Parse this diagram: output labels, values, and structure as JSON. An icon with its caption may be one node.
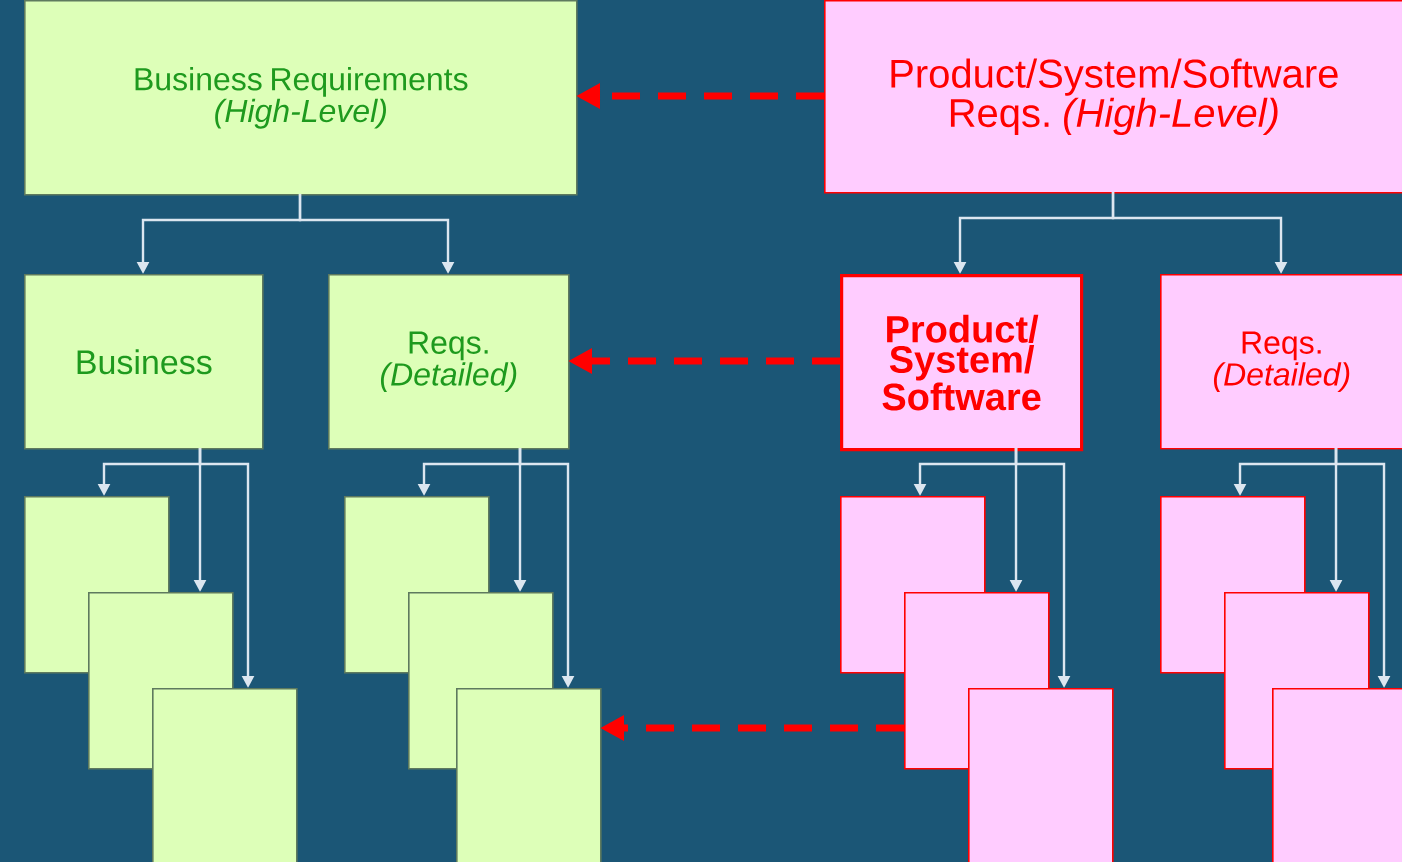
{
  "diagram": {
    "nodes": [
      {
        "text": [
          "Business Requirements",
          "(High-Level)"
        ]
      },
      {
        "text": [
          "Product/System/Software Reqs.",
          "(High-Level)"
        ]
      },
      {
        "text": [
          "Business"
        ]
      },
      {
        "text": [
          "Reqs.",
          "(Detailed)"
        ]
      },
      {
        "text": [
          "Product/ System/ Software"
        ]
      },
      {
        "text": [
          "Reqs.",
          "(Detailed)"
        ]
      },
      {
        "text": [],
        "shape": "box"
      },
      {
        "text": [],
        "shape": "box"
      },
      {
        "text": [],
        "shape": "box"
      },
      {
        "text": [],
        "shape": "box"
      },
      {
        "text": [],
        "shape": "box"
      },
      {
        "text": [],
        "shape": "box"
      },
      {
        "text": [],
        "shape": "box"
      },
      {
        "text": [],
        "shape": "box"
      },
      {
        "text": [],
        "shape": "box"
      },
      {
        "text": [],
        "shape": "box"
      },
      {
        "text": [],
        "shape": "box"
      },
      {
        "text": [],
        "shape": "box"
      }
    ],
    "edges": [
      {
        "from": 1,
        "to": 0,
        "arrow": "to",
        "style": "dashed",
        "color": "#ff0000"
      },
      {
        "from": 0,
        "to": 2,
        "arrow": "to"
      },
      {
        "from": 0,
        "to": 3,
        "arrow": "to"
      },
      {
        "from": 1,
        "to": 4,
        "arrow": "to"
      },
      {
        "from": 1,
        "to": 5,
        "arrow": "to"
      },
      {
        "from": 4,
        "to": 3,
        "arrow": "to",
        "style": "dashed",
        "color": "#ff0000"
      },
      {
        "from": 2,
        "to": 6,
        "arrow": "to"
      },
      {
        "from": 2,
        "to": 7,
        "arrow": "to"
      },
      {
        "from": 2,
        "to": 8,
        "arrow": "to"
      },
      {
        "from": 3,
        "to": 9,
        "arrow": "to"
      },
      {
        "from": 3,
        "to": 10,
        "arrow": "to"
      },
      {
        "from": 3,
        "to": 11,
        "arrow": "to"
      },
      {
        "from": 4,
        "to": 12,
        "arrow": "to"
      },
      {
        "from": 4,
        "to": 13,
        "arrow": "to"
      },
      {
        "from": 4,
        "to": 14,
        "arrow": "to"
      },
      {
        "from": 5,
        "to": 15,
        "arrow": "to"
      },
      {
        "from": 5,
        "to": 16,
        "arrow": "to"
      },
      {
        "from": 5,
        "to": 17,
        "arrow": "to"
      },
      {
        "from": 13,
        "to": 11,
        "arrow": "to",
        "style": "dashed",
        "color": "#ff0000"
      }
    ]
  }
}
